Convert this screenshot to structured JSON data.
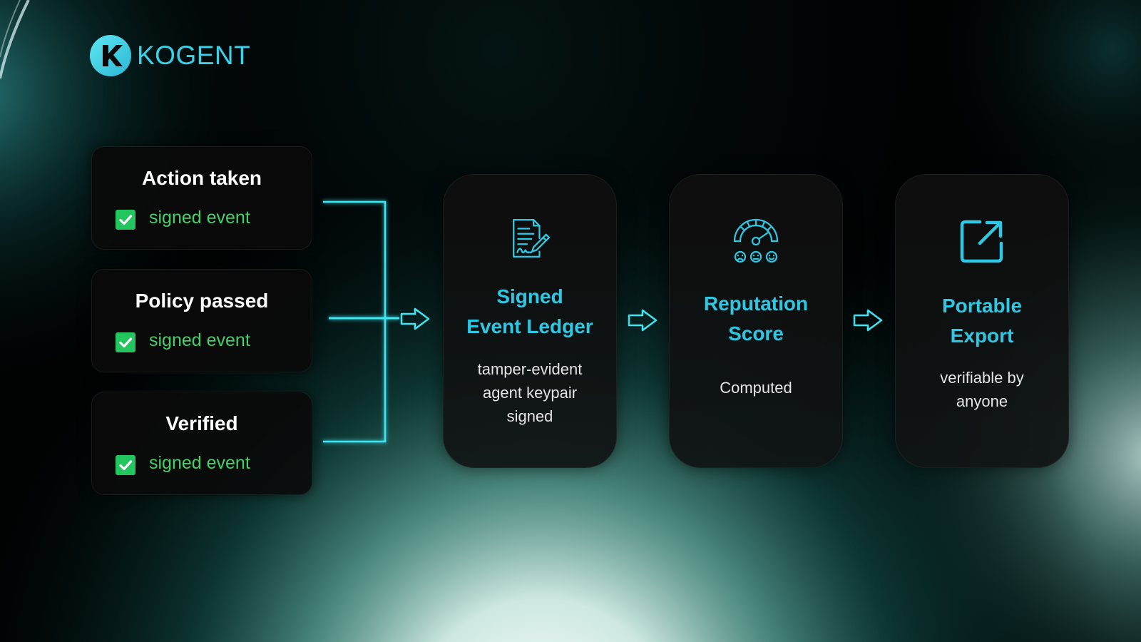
{
  "brand": {
    "name": "KOGENT",
    "accent": "#2fc8e4"
  },
  "events": [
    {
      "title": "Action taken",
      "status": "signed event",
      "icon": "check-icon"
    },
    {
      "title": "Policy passed",
      "status": "signed event",
      "icon": "check-icon"
    },
    {
      "title": "Verified",
      "status": "signed event",
      "icon": "check-icon"
    }
  ],
  "stages": [
    {
      "title_lines": [
        "Signed",
        "Event Ledger"
      ],
      "desc_lines": [
        "tamper-evident",
        "agent keypair",
        "signed"
      ],
      "icon": "signed-document-icon"
    },
    {
      "title_lines": [
        "Reputation",
        "Score"
      ],
      "desc_lines": [
        "Computed"
      ],
      "icon": "speedometer-icon"
    },
    {
      "title_lines": [
        "Portable",
        "Export"
      ],
      "desc_lines": [
        "verifiable by",
        "anyone"
      ],
      "icon": "external-link-icon"
    }
  ],
  "colors": {
    "check": "#22c55e",
    "status_text": "#45d06a",
    "stage_title": "#2fc8e4",
    "connector": "#3ee6f3"
  }
}
